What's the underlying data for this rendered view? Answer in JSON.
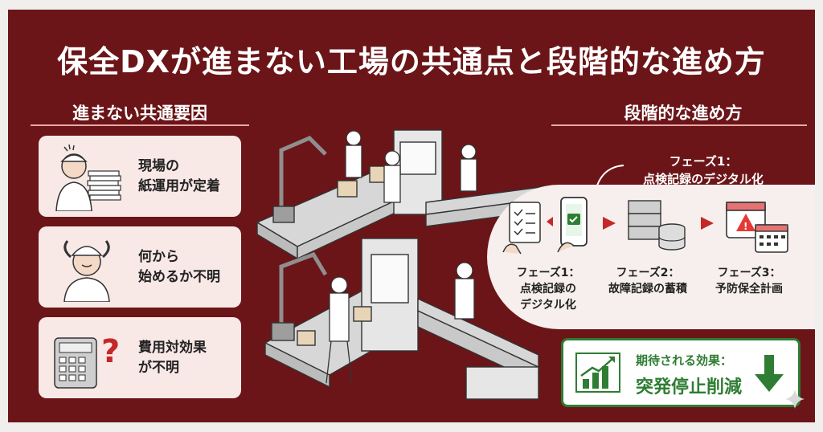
{
  "title": "保全DXが進まない工場の共通点と段階的な進め方",
  "left_section": {
    "heading": "進まない共通要因",
    "causes": [
      {
        "icon": "worker-paper-stack-icon",
        "line1": "現場の",
        "line2": "紙運用が定着"
      },
      {
        "icon": "confused-worker-icon",
        "line1": "何から",
        "line2": "始めるか不明"
      },
      {
        "icon": "calculator-question-icon",
        "line1": "費用対効果",
        "line2": "が不明"
      }
    ]
  },
  "right_section": {
    "heading": "段階的な進め方",
    "callout_line1": "フェーズ1：",
    "callout_line2": "点検記録のデジタル化",
    "phases": [
      {
        "icon": "checklist-phone-icon",
        "title": "フェーズ1：",
        "line1": "点検記録の",
        "line2": "デジタル化"
      },
      {
        "icon": "server-database-icon",
        "title": "フェーズ2：",
        "line1": "故障記録の蓄積",
        "line2": ""
      },
      {
        "icon": "warning-calendar-icon",
        "title": "フェーズ3：",
        "line1": "予防保全計画",
        "line2": ""
      }
    ],
    "effect": {
      "line1": "期待される効果：",
      "line2": "突発停止削減"
    }
  },
  "colors": {
    "background": "#6b1518",
    "card": "#f8e8e6",
    "effect_green": "#2e7d32",
    "accent_line": "#e9a8a8"
  }
}
